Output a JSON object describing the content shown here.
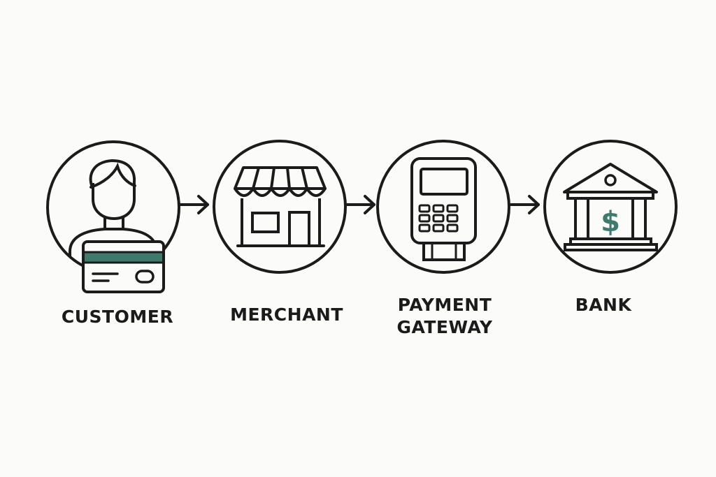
{
  "nodes": {
    "customer": {
      "label": "CUSTOMER"
    },
    "merchant": {
      "label": "MERCHANT"
    },
    "gateway": {
      "label_line1": "PAYMENT",
      "label_line2": "GATEWAY"
    },
    "bank": {
      "label": "BANK",
      "symbol": "$"
    }
  },
  "colors": {
    "stroke": "#1b1b1b",
    "accent": "#3f7a6c",
    "background": "#fbfbf9"
  },
  "icons": [
    "customer-card-icon",
    "storefront-icon",
    "payment-terminal-icon",
    "bank-icon"
  ]
}
